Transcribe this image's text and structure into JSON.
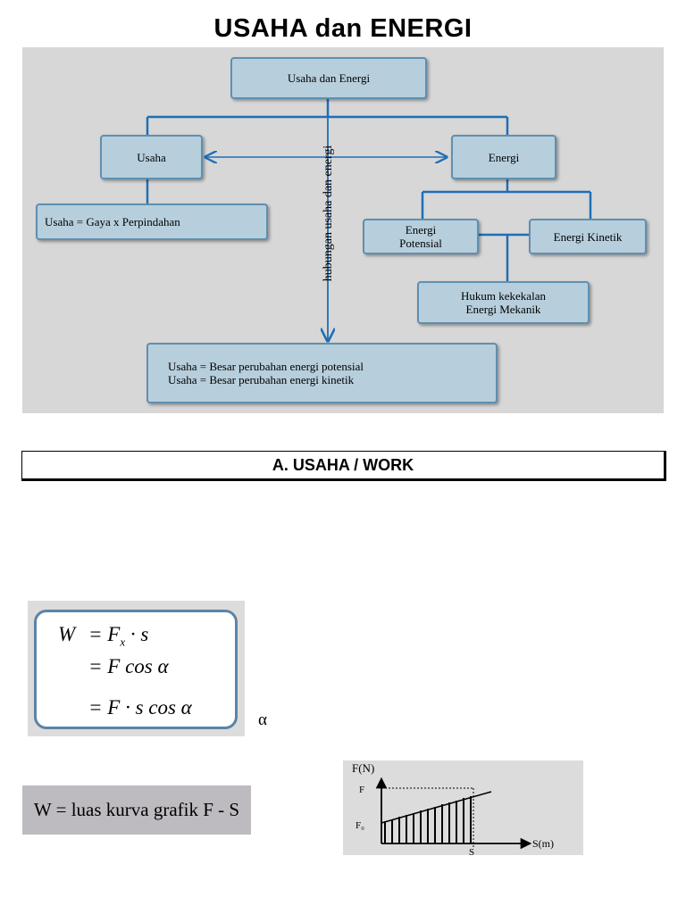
{
  "title": "USAHA dan ENERGI",
  "concept_map": {
    "root": "Usaha dan Energi",
    "usaha": "Usaha",
    "energi": "Energi",
    "usaha_formula": "Usaha = Gaya x Perpindahan",
    "potential_line1": "Energi",
    "potential_line2": "Potensial",
    "kinetic": "Energi Kinetik",
    "conservation_line1": "Hukum kekekalan",
    "conservation_line2": "Energi Mekanik",
    "relation_label": "hubungan usaha dan energi",
    "result_line1": "Usaha = Besar perubahan energi potensial",
    "result_line2": "Usaha = Besar perubahan energi kinetik",
    "colors": {
      "box_fill": "#b7cfdc",
      "box_border": "#5f8fb0",
      "connector": "#1f6eb5",
      "background": "#d7d7d7"
    }
  },
  "section": {
    "heading": "A. USAHA / WORK"
  },
  "formulas": {
    "line1_lhs": "W",
    "line1_rhs": "= F",
    "line1_sub": "x",
    "line1_tail": "· s",
    "line2": "= F cos α",
    "line3": "= F · s cos α",
    "alpha_note": "α"
  },
  "area_rule": "W = luas kurva grafik F - S",
  "graph": {
    "y_axis_label": "F(N)",
    "x_axis_label": "S(m)",
    "y_tick_top": "F",
    "y_tick_bottom": "F₀",
    "x_tick": "S",
    "shading": "vertical hatching",
    "line": "increasing straight line from F₀ to F"
  }
}
